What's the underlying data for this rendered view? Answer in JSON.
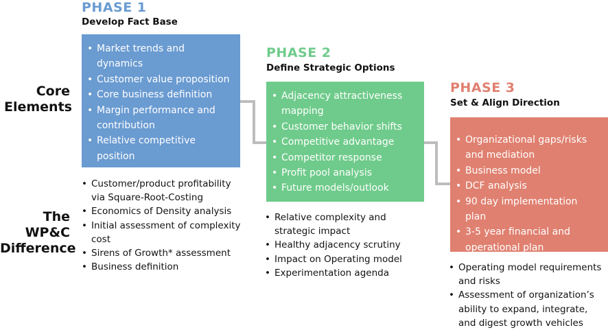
{
  "row_labels": {
    "core": "Core Elements",
    "difference": "The WP&C Difference"
  },
  "colors": {
    "phase1": "#6a9bd1",
    "phase2": "#6fcb8b",
    "phase3": "#e08070",
    "connector": "#bdbdbd"
  },
  "phases": [
    {
      "title": "PHASE 1",
      "subtitle": "Develop Fact Base",
      "core_elements": [
        "Market trends and dynamics",
        "Customer value proposition",
        "Core business definition",
        "Margin performance and contribution",
        "Relative competitive position"
      ],
      "difference": [
        "Customer/product profitability via Square-Root-Costing",
        "Economics of Density analysis",
        "Initial assessment of complexity cost",
        "Sirens of Growth* assessment",
        "Business definition"
      ]
    },
    {
      "title": "PHASE 2",
      "subtitle": "Define Strategic Options",
      "core_elements": [
        "Adjacency attractiveness mapping",
        "Customer behavior shifts",
        "Competitive advantage",
        "Competitor response",
        "Profit pool analysis",
        "Future models/outlook"
      ],
      "difference": [
        "Relative complexity and strategic impact",
        "Healthy adjacency scrutiny",
        "Impact on Operating model",
        "Experimentation agenda"
      ]
    },
    {
      "title": "PHASE 3",
      "subtitle": "Set & Align Direction",
      "core_elements": [
        "Organizational gaps/risks and mediation",
        "Business model",
        "DCF analysis",
        "90 day implementation plan",
        "3-5 year financial and operational plan"
      ],
      "difference": [
        "Operating model requirements and risks",
        "Assessment of organization’s ability to expand, integrate, and digest growth vehicles"
      ]
    }
  ]
}
